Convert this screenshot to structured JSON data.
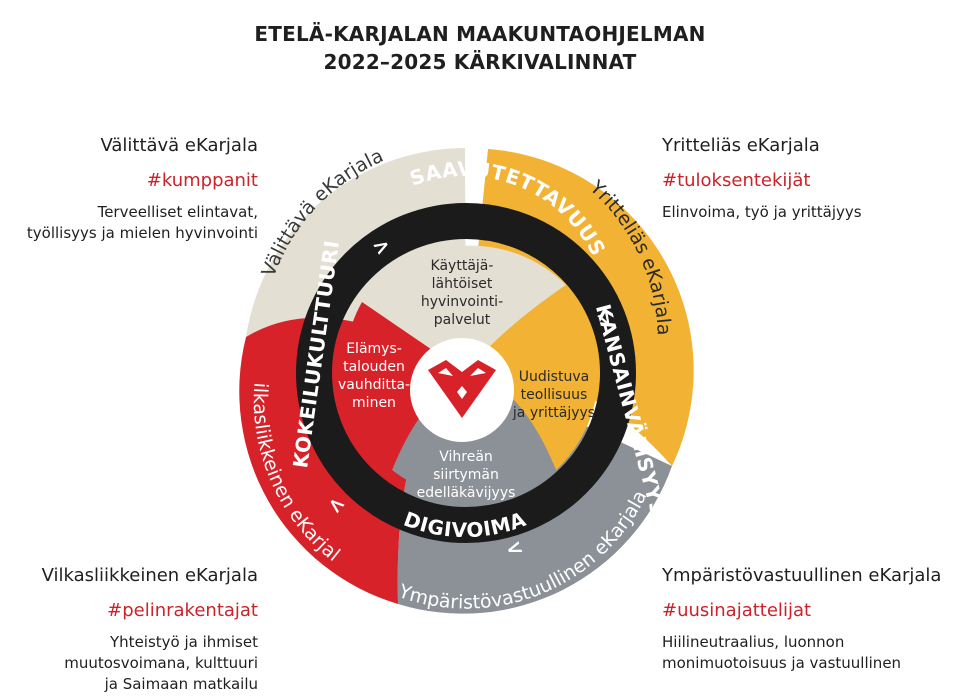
{
  "title": {
    "line1": "ETELÄ-KARJALAN MAAKUNTAOHJELMAN",
    "line2": "2022–2025 KÄRKIVALINNAT"
  },
  "corners": {
    "top_left": {
      "name": "Välittävä eKarjala",
      "tag": "#kumppanit",
      "desc": [
        "Terveelliset elintavat,",
        "työllisyys ja mielen hyvinvointi"
      ]
    },
    "top_right": {
      "name": "Yritteliäs eKarjala",
      "tag": "#tuloksentekijät",
      "desc": [
        "Elinvoima, työ ja yrittäjyys"
      ]
    },
    "bottom_left": {
      "name": "Vilkasliikkeinen eKarjala",
      "tag": "#pelinrakentajat",
      "desc": [
        "Yhteistyö ja ihmiset",
        "muutosvoimana, kulttuuri",
        "ja Saimaan matkailu"
      ]
    },
    "bottom_right": {
      "name": "Ympäristövastuullinen eKarjala",
      "tag": "#uusinajattelijat",
      "desc": [
        "Hiilineutraalius, luonnon",
        "monimuotoisuus ja vastuullinen"
      ]
    }
  },
  "outer_segments": {
    "top": "Välittävä eKarjala",
    "right": "Yritteliäs eKarjala",
    "bottom": "Ympäristövastuullinen eKarjala",
    "left": "Vilkasliikkeinen eKarjala"
  },
  "ring": {
    "top": "SAAVUTETTAVUUS",
    "right": "KANSAINVÄLISYYS",
    "bottom": "DIGIVOIMA",
    "left": "KOKEILUKULTTUURI",
    "arrow": ">"
  },
  "inner": {
    "top": [
      "Käyttäjä-",
      "lähtöiset",
      "hyvinvointi-",
      "palvelut"
    ],
    "right": [
      "Uudistuva",
      "teollisuus",
      "ja yrittäjyys"
    ],
    "bottom": [
      "Vihreän",
      "siirtymän",
      "edelläkävijyys"
    ],
    "left": [
      "Elämys-",
      "talouden",
      "vauhditta-",
      "minen"
    ]
  },
  "colors": {
    "beige": "#e3dfd3",
    "yellow": "#f2b233",
    "gray": "#8c9097",
    "red": "#d8222a",
    "ring": "#1b1b1b",
    "tag": "#cc2229"
  },
  "icons": [
    "heart-logo-icon"
  ]
}
